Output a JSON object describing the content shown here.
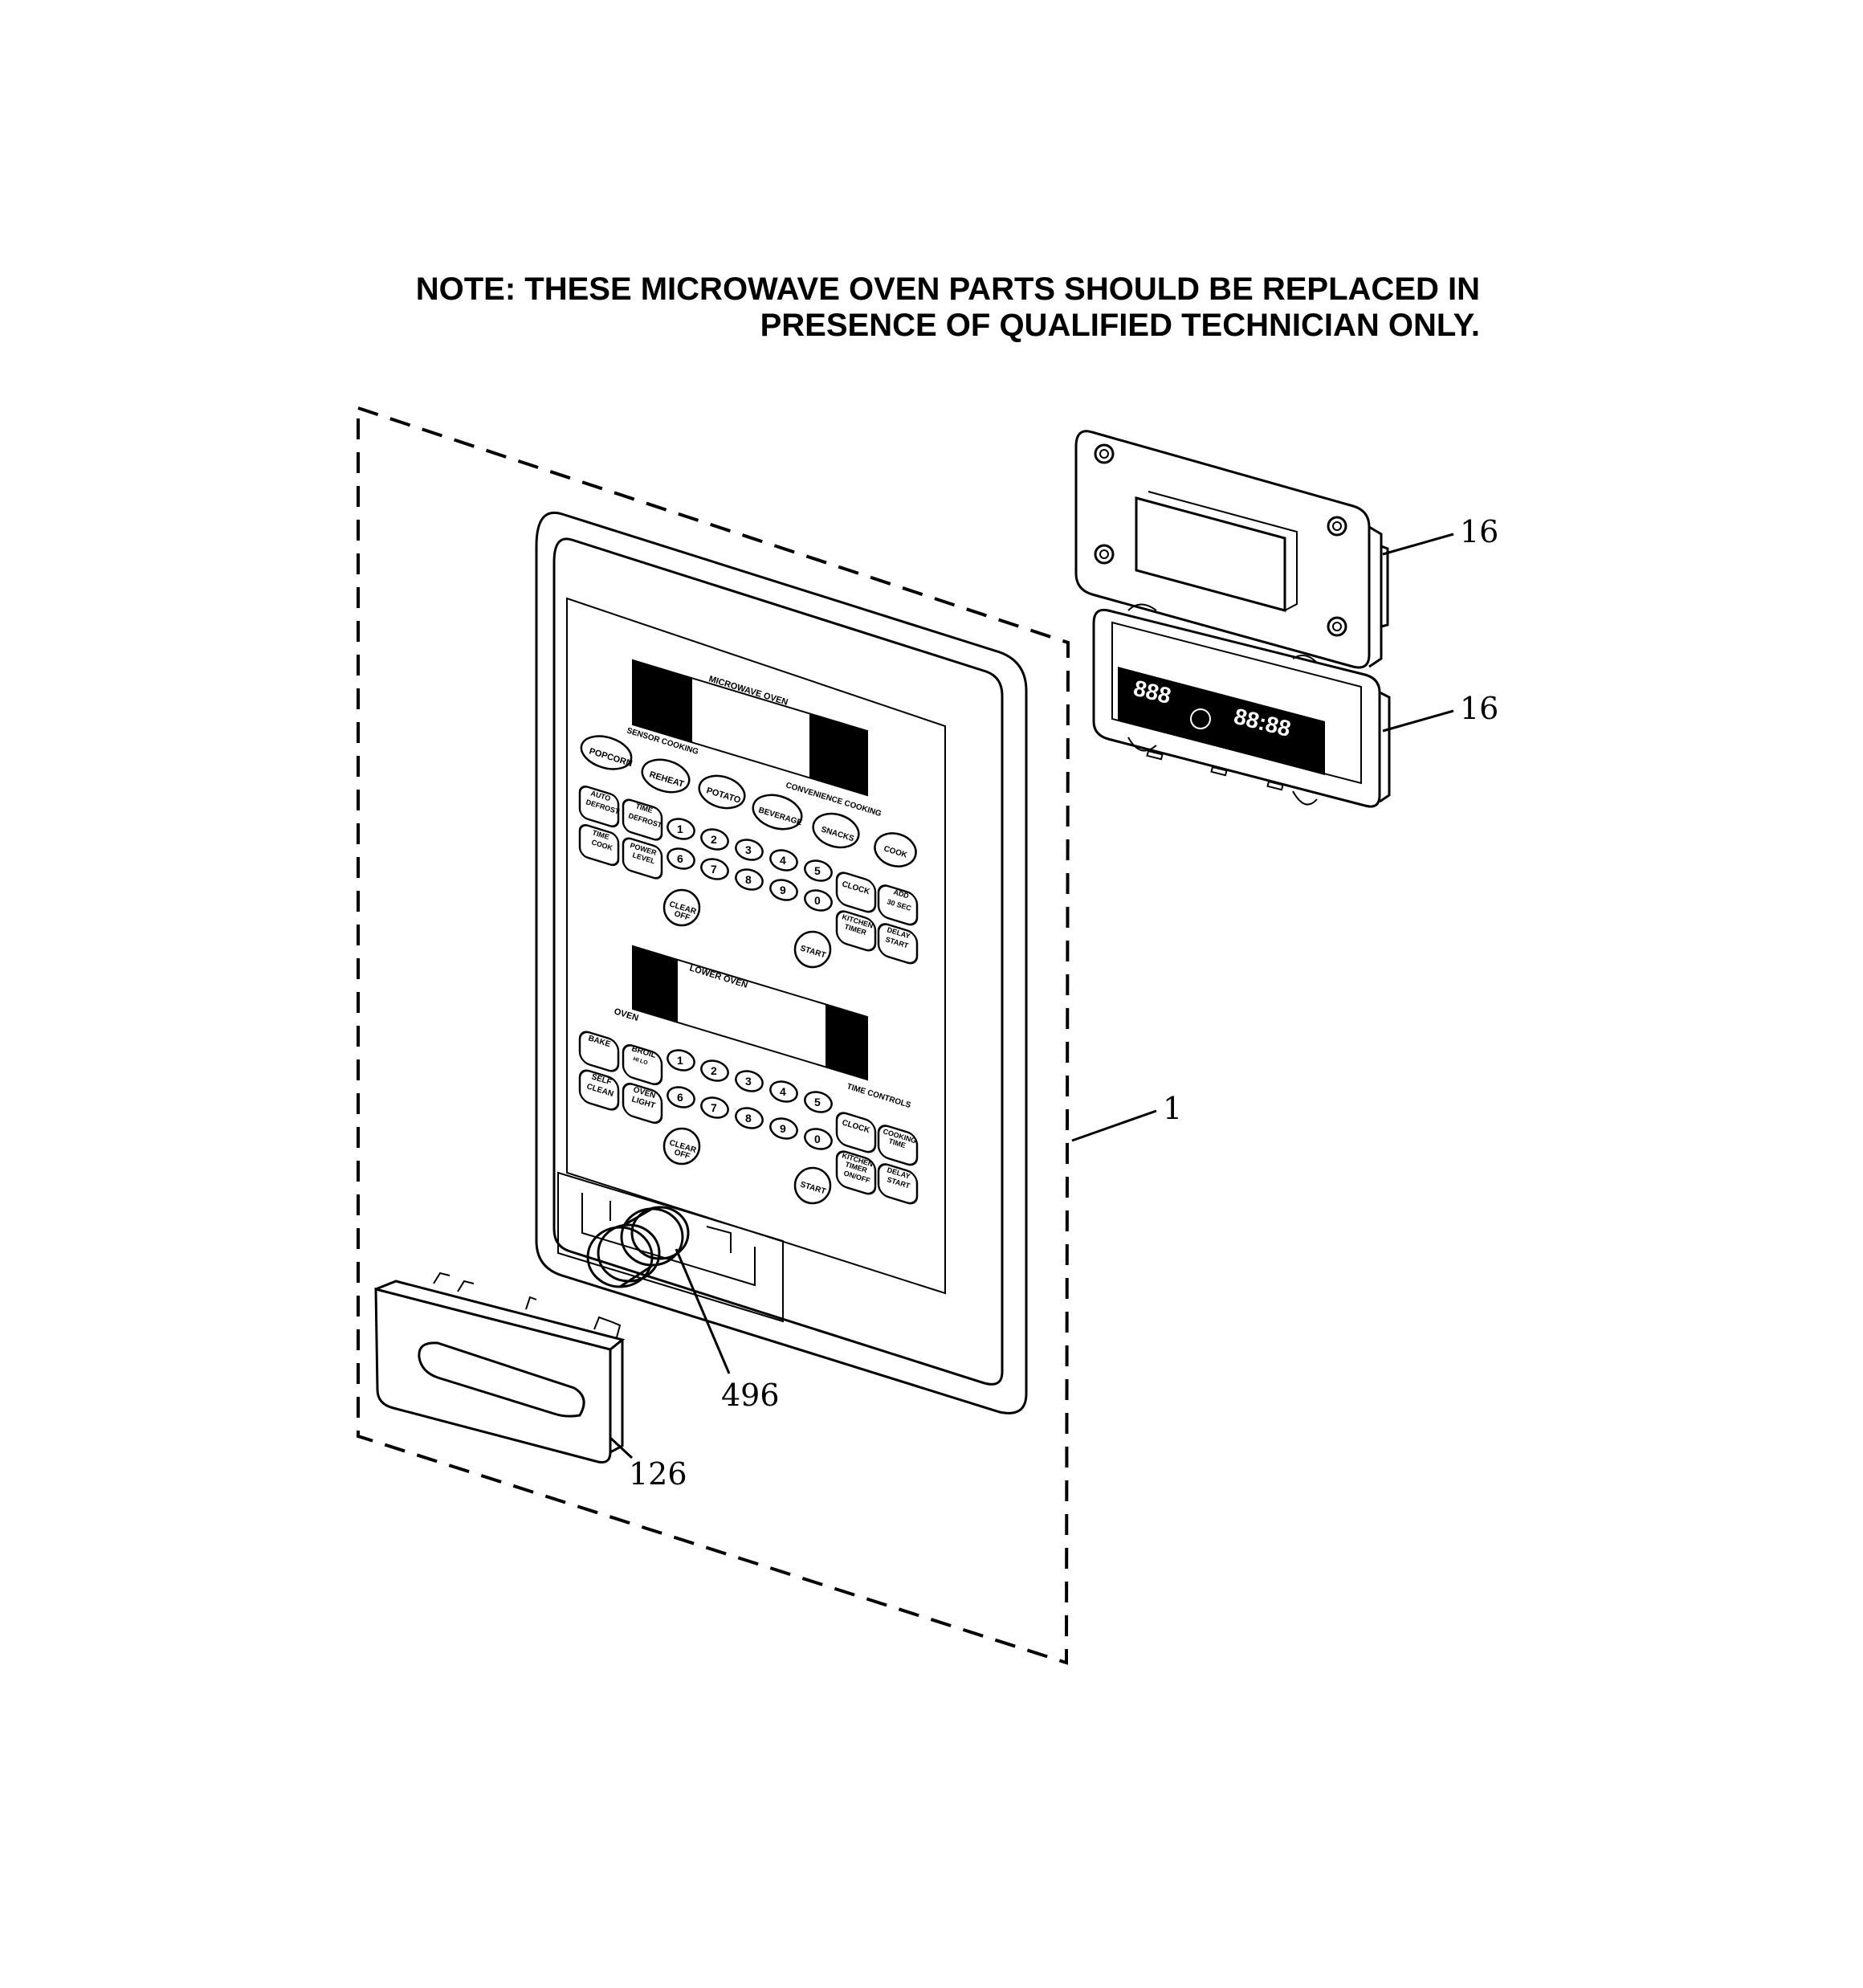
{
  "note": {
    "line1": "NOTE: THESE MICROWAVE OVEN PARTS SHOULD BE REPLACED IN",
    "line2": "PRESENCE OF QUALIFIED TECHNICIAN ONLY."
  },
  "callouts": {
    "board_top": "16",
    "board_bottom": "16",
    "panel": "1",
    "knob": "496",
    "handle": "126"
  },
  "panel": {
    "microwave_title": "MICROWAVE OVEN",
    "sensor_cooking": "SENSOR COOKING",
    "convenience_cooking": "CONVENIENCE COOKING",
    "popcorn": "POPCORN",
    "reheat": "REHEAT",
    "potato": "POTATO",
    "beverage": "BEVERAGE",
    "snacks": "SNACKS",
    "cook": "COOK",
    "auto_defrost": [
      "AUTO",
      "DEFROST"
    ],
    "time_defrost": [
      "TIME",
      "DEFROST"
    ],
    "time_cook": [
      "TIME",
      "COOK"
    ],
    "power_level": [
      "POWER",
      "LEVEL"
    ],
    "clock": "CLOCK",
    "add_30": [
      "ADD",
      "30 SEC"
    ],
    "kitchen_timer": [
      "KITCHEN",
      "TIMER"
    ],
    "delay_start": [
      "DELAY",
      "START"
    ],
    "clear_off": [
      "CLEAR",
      "OFF"
    ],
    "start": "START",
    "lower_oven_title": "LOWER OVEN",
    "oven": "OVEN",
    "bake": "BAKE",
    "broil": [
      "BROIL",
      "HI  LO"
    ],
    "self_clean": [
      "SELF",
      "CLEAN"
    ],
    "oven_light": [
      "OVEN",
      "LIGHT"
    ],
    "time_controls": "TIME CONTROLS",
    "cooking_time": [
      "COOKING",
      "TIME"
    ],
    "kitchen_timer_on_off": [
      "KITCHEN",
      "TIMER",
      "ON/OFF"
    ],
    "digits_top": [
      "1",
      "2",
      "3",
      "4",
      "5"
    ],
    "digits_bottom": [
      "6",
      "7",
      "8",
      "9",
      "0"
    ]
  },
  "board": {
    "display_left": "888",
    "display_right": "88:88"
  }
}
